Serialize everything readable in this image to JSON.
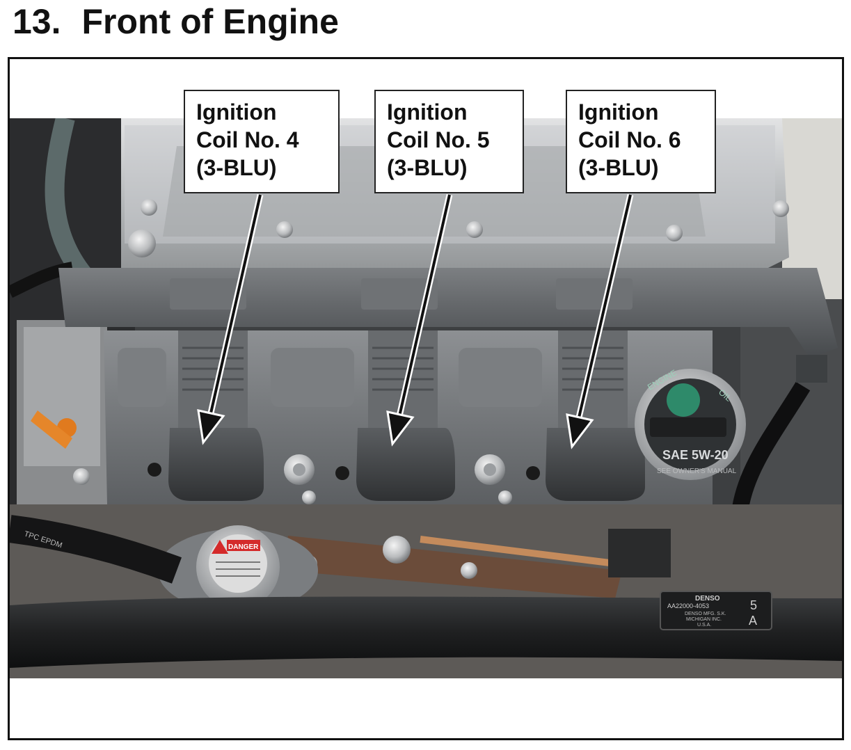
{
  "title": {
    "number": "13.",
    "text": "Front of Engine"
  },
  "callouts": [
    {
      "line1": "Ignition",
      "line2": "Coil No. 4",
      "line3": "(3-BLU)"
    },
    {
      "line1": "Ignition",
      "line2": "Coil No. 5",
      "line3": "(3-BLU)"
    },
    {
      "line1": "Ignition",
      "line2": "Coil No. 6",
      "line3": "(3-BLU)"
    }
  ],
  "photo_labels": {
    "oil_cap_brand": "ENGINE",
    "oil_cap_oil": "OIL",
    "oil_cap_grade": "SAE 5W-20",
    "oil_cap_note": "SEE OWNER'S MANUAL",
    "radiator_cap": "DANGER",
    "sensor_tag_line1": "DENSO",
    "sensor_tag_line2": "AA22000-4053",
    "sensor_tag_line3": "DENSO MFG. S.K.",
    "sensor_tag_line4": "MICHIGAN INC.",
    "sensor_tag_line5": "U.S.A.",
    "sensor_tag_number": "5",
    "sensor_tag_letter": "A",
    "hose_print": "TPC EPDM"
  },
  "colors": {
    "frame": "#111111",
    "valve_cover": "#b9bcbe",
    "coil_cover": "#55585b",
    "cap_red": "#d42a2a",
    "oil_cap_green": "#2e8a6a"
  }
}
